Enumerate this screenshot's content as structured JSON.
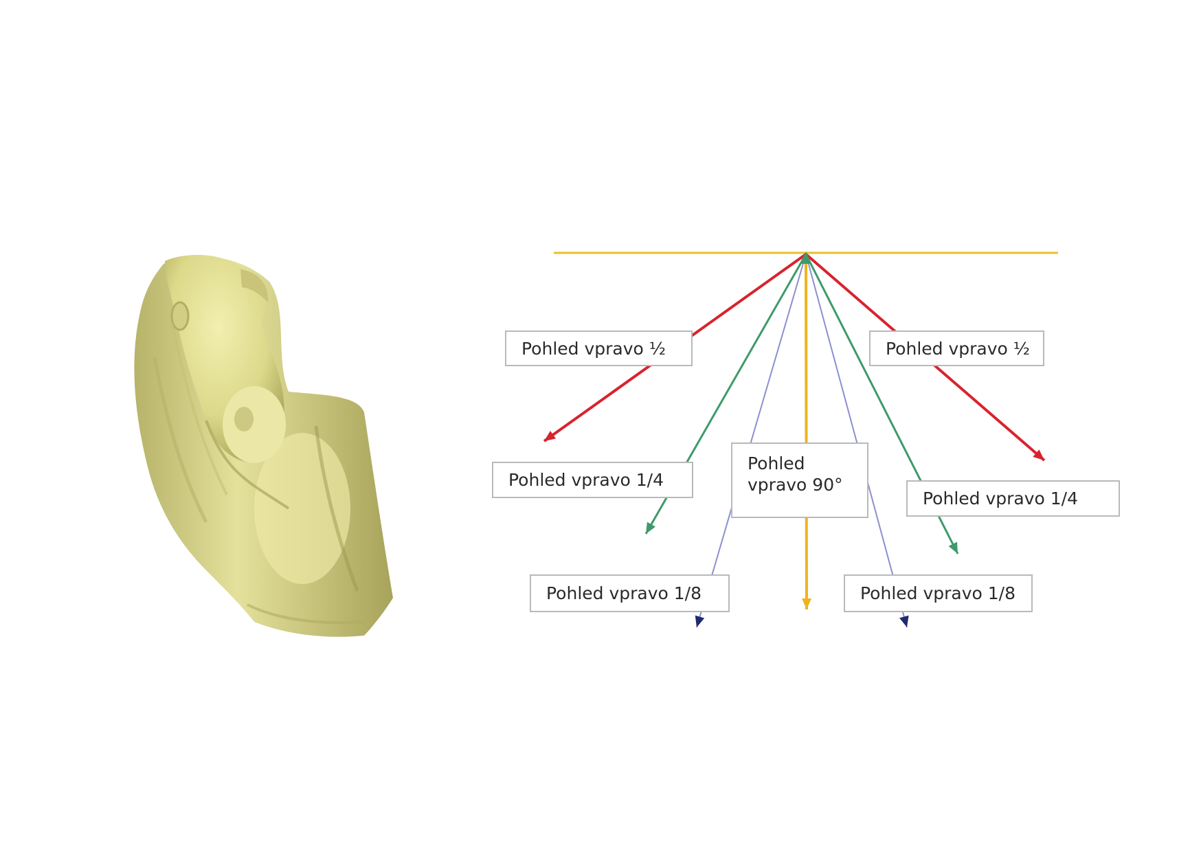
{
  "diagram": {
    "colors": {
      "axis": "#e8c02c",
      "half": "#d8232e",
      "quarter": "#3e9a6a",
      "eighth": "#8c8fd0",
      "eighth_tip": "#1f2a6e",
      "center": "#eeb41e",
      "sculpture": "#dcd98a"
    },
    "sculpture": {
      "icon": "horse-bust-sculpture-icon"
    },
    "labels": {
      "left_half": "Pohled vpravo ½",
      "right_half": "Pohled vpravo ½",
      "left_quarter": "Pohled vpravo 1/4",
      "right_quarter": "Pohled vpravo 1/4",
      "center_line1": "Pohled",
      "center_line2": "vpravo 90°",
      "left_eighth": "Pohled vpravo 1/8",
      "right_eighth": "Pohled vpravo 1/8"
    }
  }
}
